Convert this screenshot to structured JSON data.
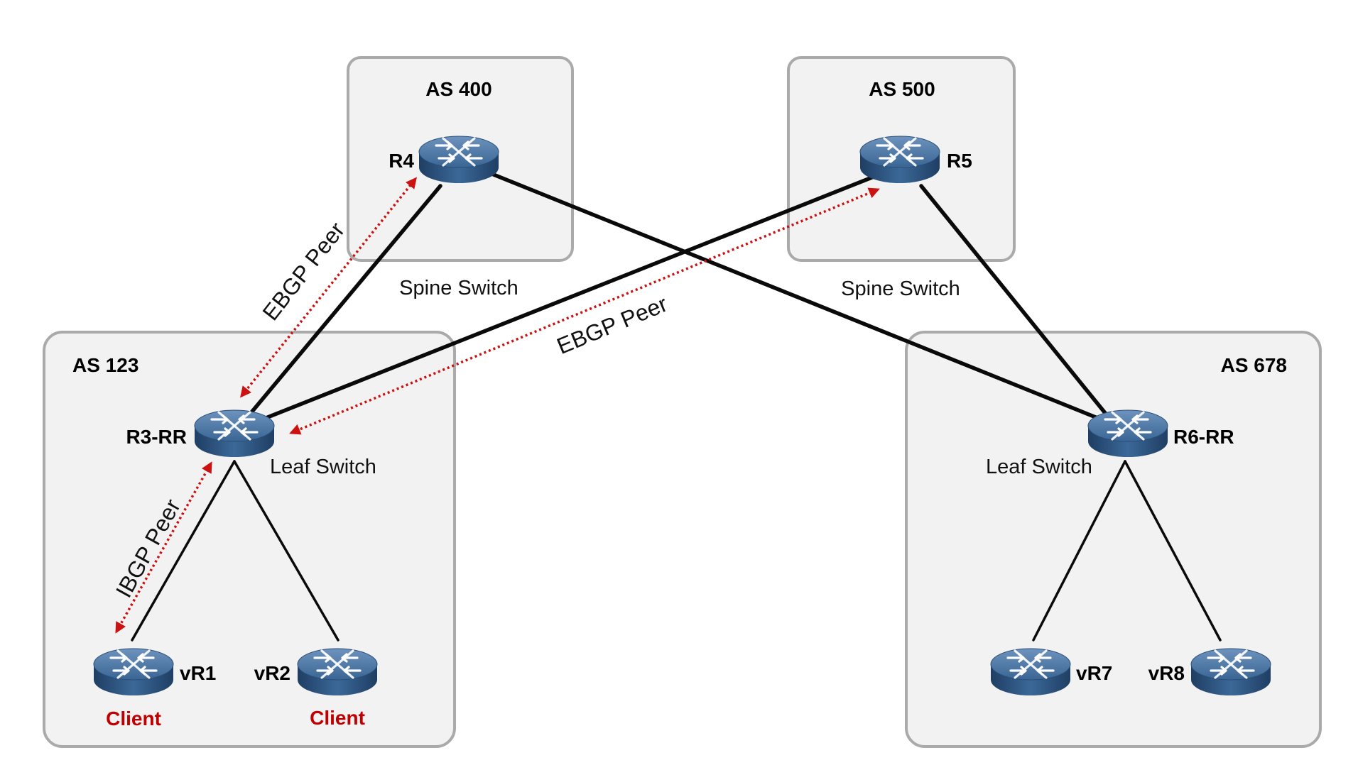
{
  "as_groups": [
    {
      "id": "as400",
      "title": "AS 400",
      "role": "Spine Switch"
    },
    {
      "id": "as500",
      "title": "AS 500",
      "role": "Spine Switch"
    },
    {
      "id": "as123",
      "title": "AS 123"
    },
    {
      "id": "as678",
      "title": "AS 678"
    }
  ],
  "routers": {
    "r4": "R4",
    "r5": "R5",
    "r3": "R3-RR",
    "r6": "R6-RR",
    "vr1": "vR1",
    "vr2": "vR2",
    "vr7": "vR7",
    "vr8": "vR8"
  },
  "switch_roles": {
    "r3": "Leaf Switch",
    "r6": "Leaf Switch"
  },
  "client_labels": {
    "vr1": "Client",
    "vr2": "Client"
  },
  "peer_labels": {
    "ebgp_r3_r4": "EBGP Peer",
    "ebgp_r3_r5": "EBGP Peer",
    "ibgp_r3_vr1": "IBGP Peer"
  },
  "colors": {
    "peer_line": "#cc1111",
    "client_text": "#c00000",
    "router_body": "#3f6a96",
    "box_fill": "#f2f2f2"
  },
  "icons": {
    "router": "router-icon"
  }
}
